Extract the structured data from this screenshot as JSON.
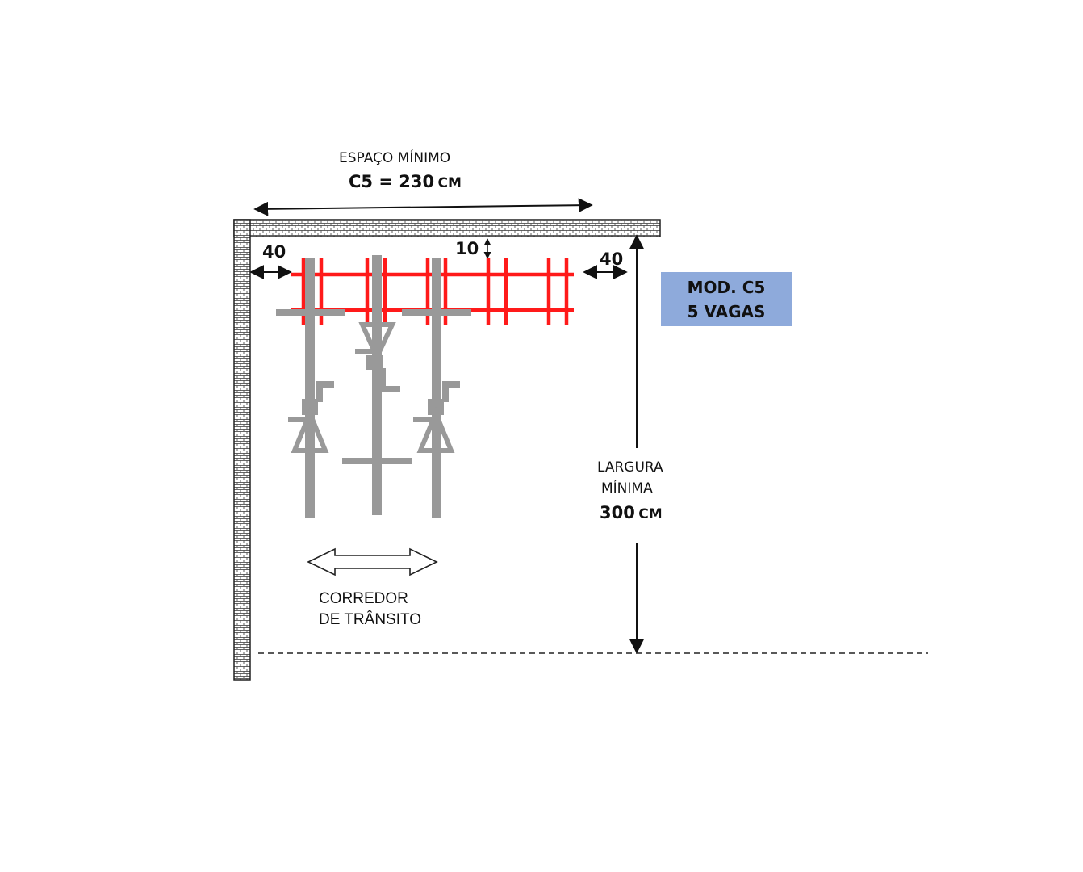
{
  "labels": {
    "min_space_title": "ESPAÇO  MÍNIMO",
    "min_space_value": "C5 = 230",
    "min_space_unit": "CM",
    "left_gap": "40",
    "top_gap": "10",
    "right_gap": "40",
    "min_width_line1": "LARGURA",
    "min_width_line2": "MÍNIMA",
    "min_width_value": "300",
    "min_width_unit": "CM",
    "corridor_line1": "CORREDOR",
    "corridor_line2": "DE TRÂNSITO"
  },
  "model_box": {
    "line1": "MOD. C5",
    "line2": "5 VAGAS"
  },
  "colors": {
    "rack": "#ff1a1a",
    "bike": "#999999",
    "box_fill": "#8eaadb",
    "wall_line": "#222222",
    "text": "#111111"
  }
}
